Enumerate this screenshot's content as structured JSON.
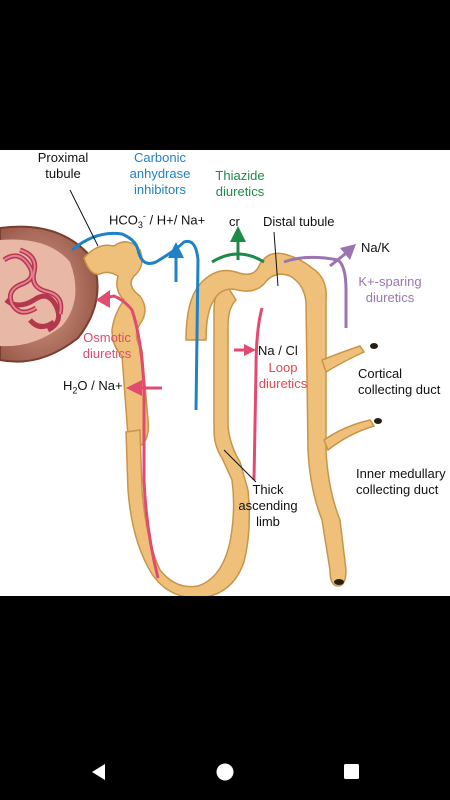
{
  "labels": {
    "proximal_tubule": [
      "Proximal",
      "tubule"
    ],
    "carbonic_anhydrase": [
      "Carbonic",
      "anhydrase",
      "inhibitors"
    ],
    "ions_top_left": {
      "hco": "HCO",
      "hco_sub": "3",
      "hco_sup": "-",
      "rest": " / H+/ Na+"
    },
    "thiazide": [
      "Thiazide",
      "diuretics"
    ],
    "cl_label": "cr",
    "distal_tubule": "Distal tubule",
    "na_k": "Na/K",
    "k_sparing": [
      "K+-sparing",
      "diuretics"
    ],
    "osmotic": [
      "Osmotic",
      "diuretics"
    ],
    "na_cl": "Na / Cl",
    "loop": [
      "Loop",
      "diuretics"
    ],
    "h2o": {
      "h": "H",
      "sub": "2",
      "rest": "O / Na+"
    },
    "cortical": [
      "Cortical",
      "collecting duct"
    ],
    "thick_ascending": [
      "Thick",
      "ascending",
      "limb"
    ],
    "inner_medullary": [
      "Inner medullary",
      "collecting duct"
    ]
  },
  "colors": {
    "tubule": "#eec07a",
    "tubule_outline": "#c9944a",
    "blue": "#1f82c6",
    "green": "#1d8a48",
    "pink": "#e34a70",
    "purple": "#9b75b0",
    "glomerulus": "#8e3b3b"
  },
  "navbar": {
    "back_icon": "back-triangle-icon",
    "home_icon": "home-circle-icon",
    "recents_icon": "recents-square-icon"
  }
}
